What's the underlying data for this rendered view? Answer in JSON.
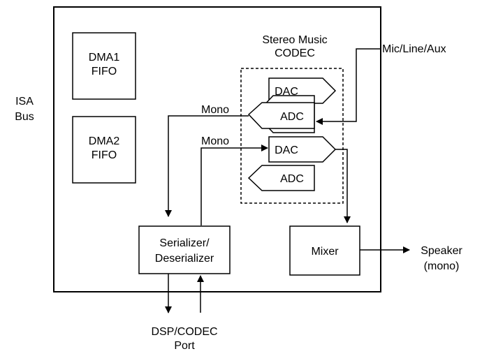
{
  "labels": {
    "isa_line1": "ISA",
    "isa_line2": "Bus",
    "dma1_line1": "DMA1",
    "dma1_line2": "FIFO",
    "dma2_line1": "DMA2",
    "dma2_line2": "FIFO",
    "codec_line1": "Stereo Music",
    "codec_line2": "CODEC",
    "dac1": "DAC",
    "adc1": "ADC",
    "dac2": "DAC",
    "adc2": "ADC",
    "mono1": "Mono",
    "mono2": "Mono",
    "mic": "Mic/Line/Aux",
    "ser_line1": "Serializer/",
    "ser_line2": "Deserializer",
    "mixer": "Mixer",
    "speaker_line1": "Speaker",
    "speaker_line2": "(mono)",
    "dsp_line1": "DSP/CODEC",
    "dsp_line2": "Port"
  }
}
